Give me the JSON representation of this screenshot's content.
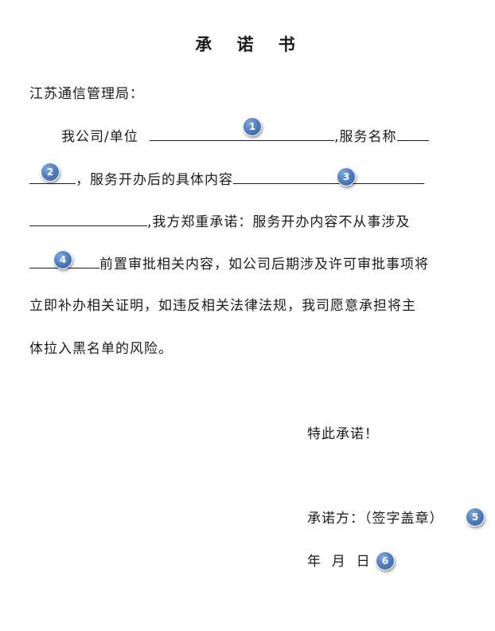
{
  "document": {
    "title": "承 诺 书",
    "addressee": "江苏通信管理局：",
    "line1_a": "我公司/单位",
    "line1_b": ",服务名称",
    "line2_a": "，服务开办后的具体内容",
    "line3_a": ",我方郑重承诺：服务开办内容不从事涉及",
    "line4_a": "前置审批相关内容，如公司后期涉及许可审批事项将",
    "line5": "立即补办相关证明，如违反相关法律法规，我司愿意承担将主",
    "line6": "体拉入黑名单的风险。",
    "closing": "特此承诺！",
    "signer": "承诺方：（签字盖章）",
    "date": "年  月  日"
  },
  "markers": [
    "1",
    "2",
    "3",
    "4",
    "5",
    "6"
  ]
}
